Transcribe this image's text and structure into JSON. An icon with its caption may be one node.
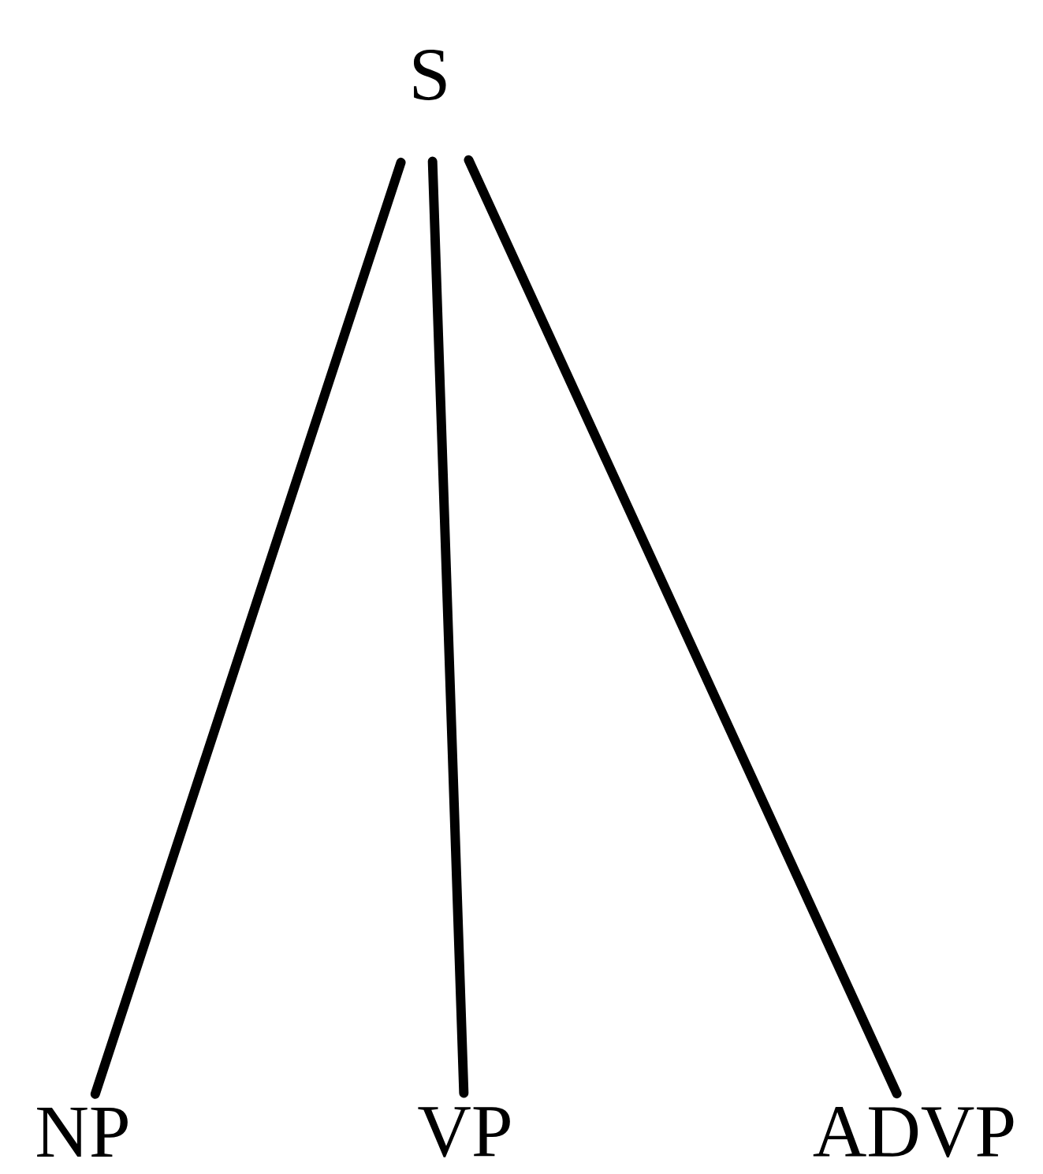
{
  "diagram": {
    "nodes": [
      {
        "text": [
          "S"
        ]
      },
      {
        "text": [
          "NP"
        ]
      },
      {
        "text": [
          "VP"
        ]
      },
      {
        "text": [
          "ADVP"
        ]
      }
    ],
    "edges": [
      {
        "from": 0,
        "to": 1,
        "arrow": "none"
      },
      {
        "from": 0,
        "to": 2,
        "arrow": "none"
      },
      {
        "from": 0,
        "to": 3,
        "arrow": "none"
      }
    ]
  }
}
